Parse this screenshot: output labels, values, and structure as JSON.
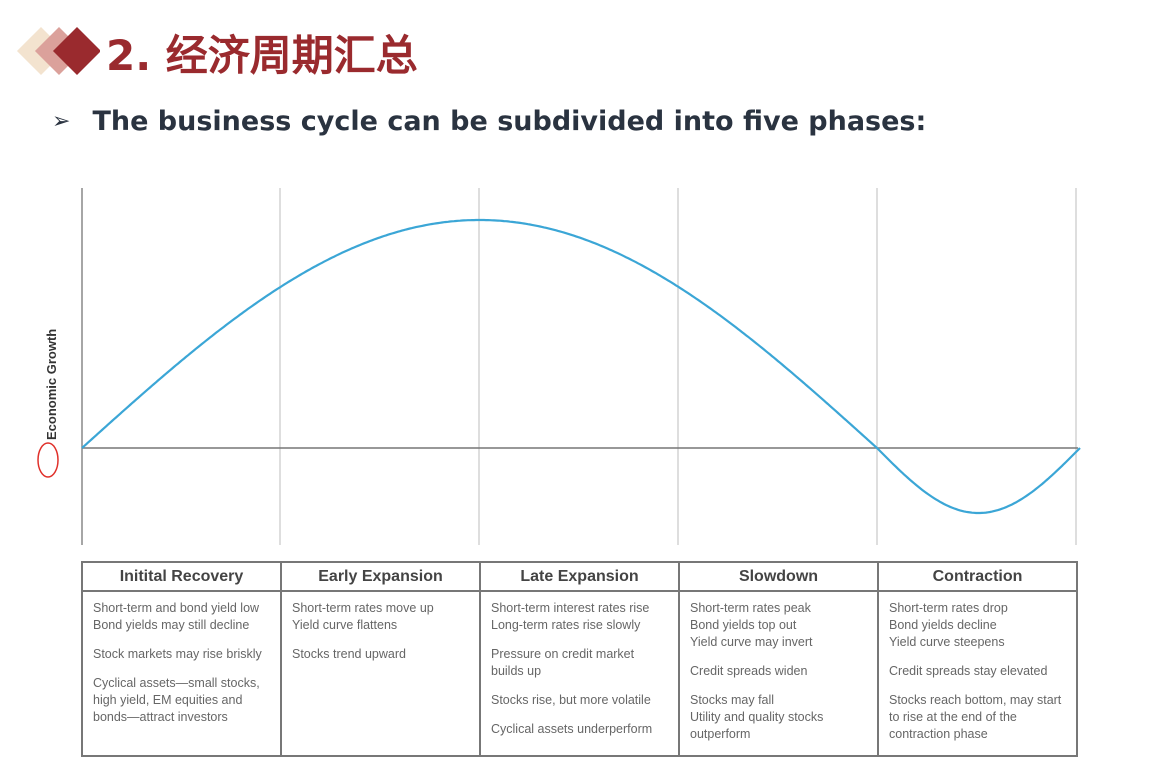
{
  "header": {
    "title": "2. 经济周期汇总",
    "bullet": "The business cycle can be subdivided into five phases:"
  },
  "diagram": {
    "y_axis_label": "Economic Growth",
    "curve_color": "#3ba6d6"
  },
  "phases": [
    {
      "name": "Initital Recovery",
      "items": [
        "Short-term and bond yield low\nBond yields may still decline",
        "Stock markets may rise briskly",
        "Cyclical assets—small stocks, high yield, EM equities and bonds—attract investors"
      ]
    },
    {
      "name": "Early Expansion",
      "items": [
        "Short-term rates move up\nYield curve flattens",
        "Stocks trend upward"
      ]
    },
    {
      "name": "Late Expansion",
      "items": [
        "Short-term interest rates rise\nLong-term rates rise slowly",
        "Pressure on credit market builds up",
        "Stocks rise, but more volatile",
        "Cyclical assets underperform"
      ]
    },
    {
      "name": "Slowdown",
      "items": [
        "Short-term rates peak\nBond yields top out\nYield curve may invert",
        "Credit spreads widen",
        "Stocks may fall\nUtility and quality stocks outperform"
      ]
    },
    {
      "name": "Contraction",
      "items": [
        "Short-term rates drop\nBond yields decline\nYield curve steepens",
        "Credit spreads stay elevated",
        "Stocks reach bottom, may start to rise at the end of the contraction phase"
      ]
    }
  ]
}
